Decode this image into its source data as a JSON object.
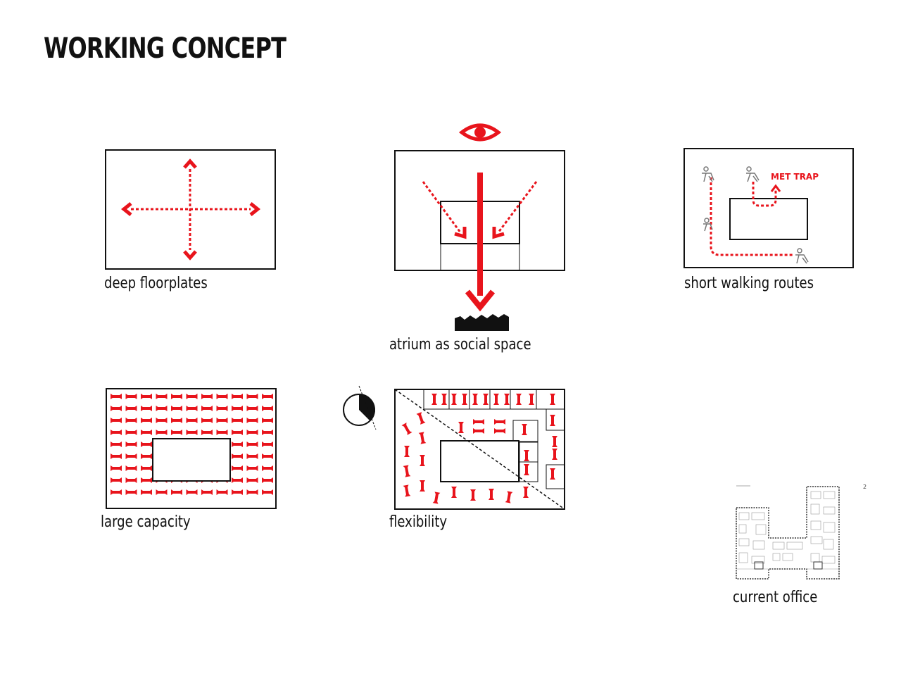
{
  "page": {
    "title": "WORKING CONCEPT"
  },
  "captions": {
    "deep_floorplates": "deep floorplates",
    "atrium": "atrium as social space",
    "walking": "short walking routes",
    "capacity": "large capacity",
    "flexibility": "flexibility",
    "current_office": "current office"
  },
  "labels": {
    "met_trap": "MET TRAP",
    "page_number": "2"
  },
  "colors": {
    "accent": "#e8141c",
    "ink": "#111111",
    "paper": "#ffffff"
  },
  "icons": {
    "eye": "eye-icon",
    "skyline": "city-skyline-icon",
    "sun": "sun-path-icon",
    "person": "person-icon",
    "desk": "desk-icon"
  }
}
